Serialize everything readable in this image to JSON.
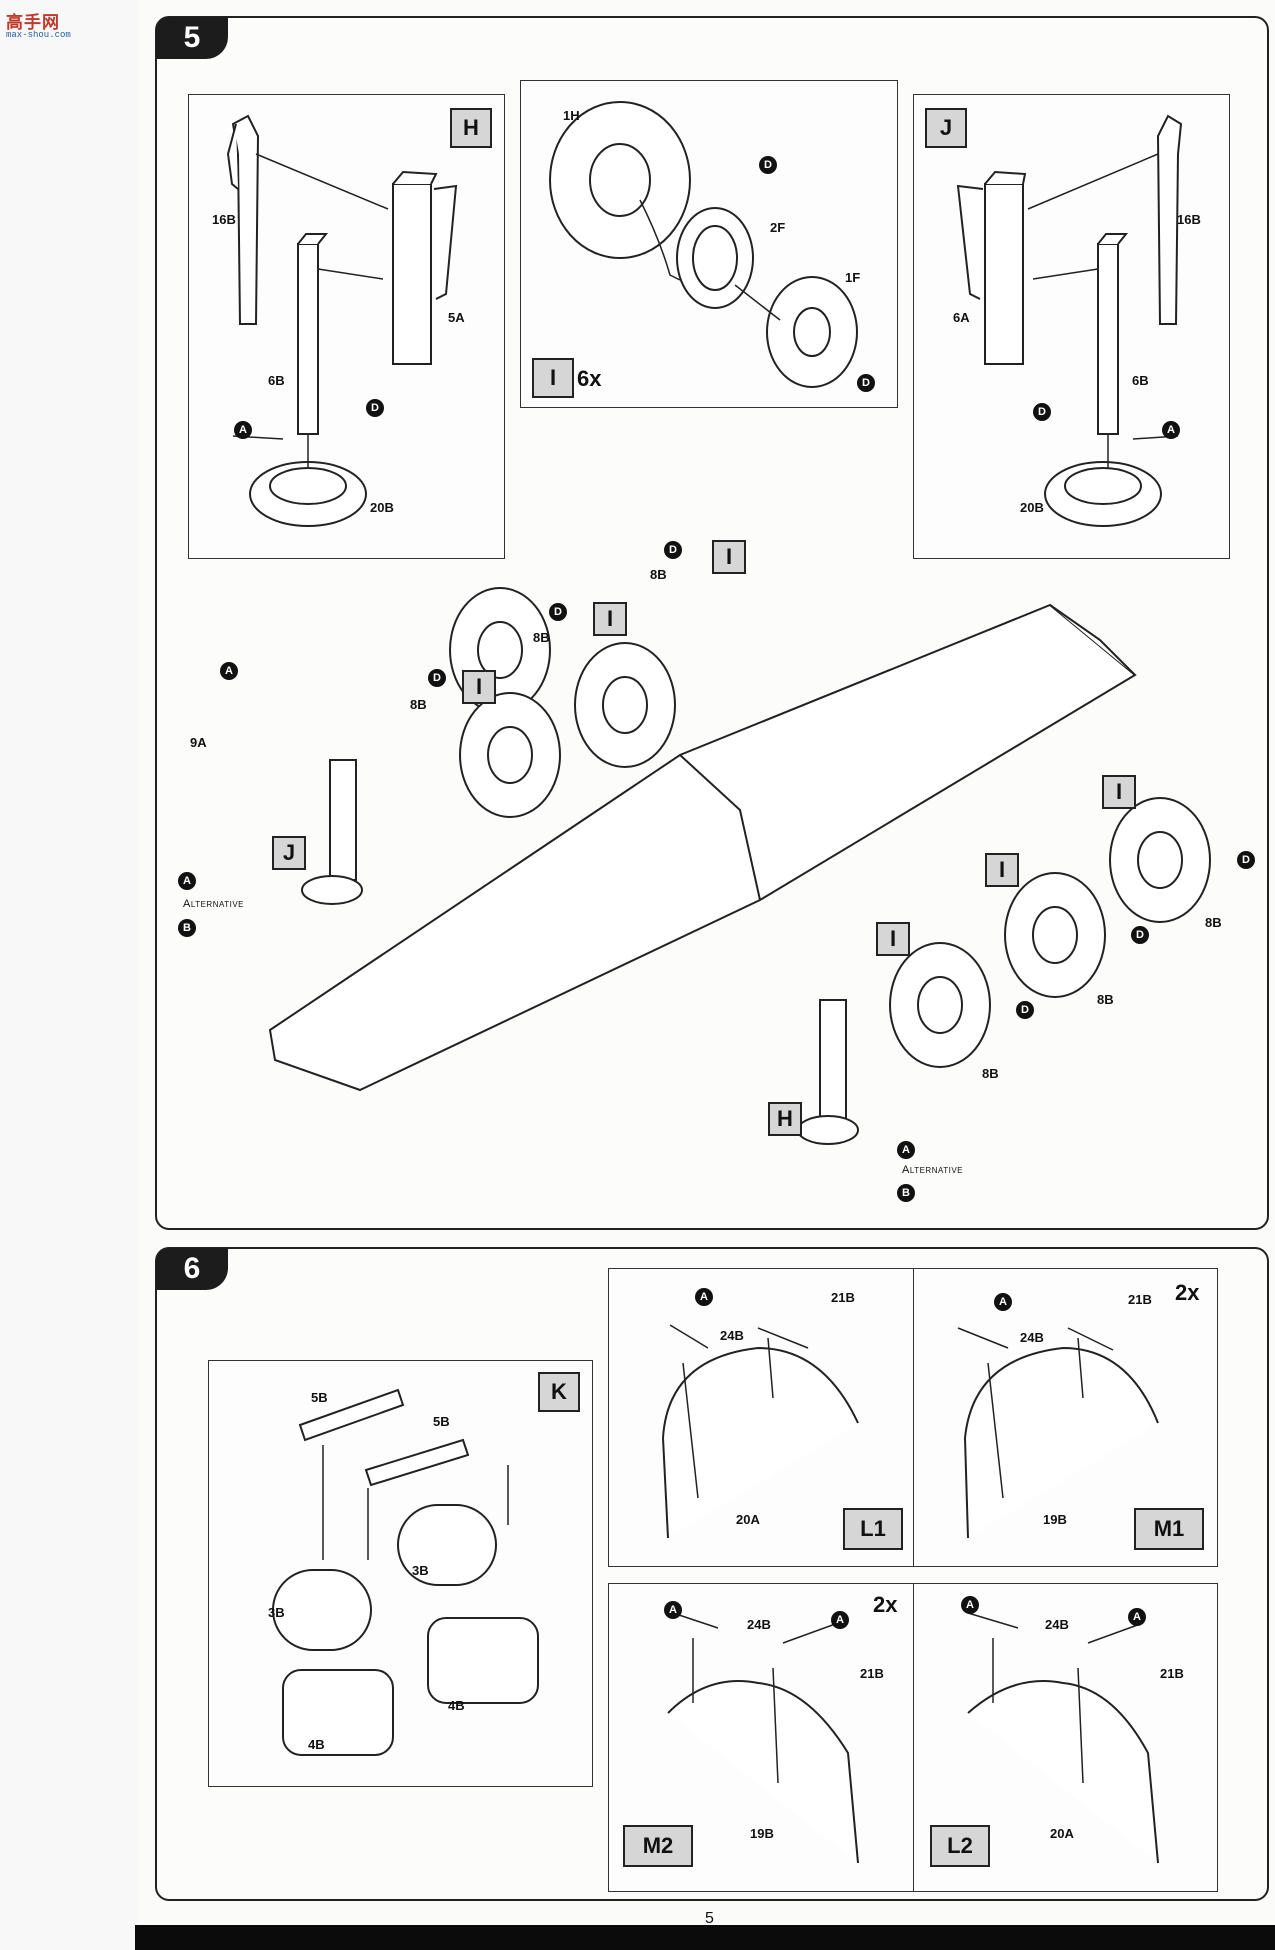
{
  "watermark": {
    "logo": "高手网",
    "sub": "max-shou.com"
  },
  "page_number": "5",
  "step5": {
    "number": "5",
    "panel_H": {
      "tag": "H",
      "parts": {
        "p16b": "16B",
        "p5a": "5A",
        "p6b": "6B",
        "p20b": "20B"
      },
      "callouts": {
        "d": "D",
        "a": "A"
      }
    },
    "panel_I": {
      "tag": "I",
      "count": "6x",
      "parts": {
        "p1h": "1H",
        "p2f": "2F",
        "p1f": "1F"
      },
      "callouts": {
        "d1": "D",
        "d2": "D"
      }
    },
    "panel_J": {
      "tag": "J",
      "parts": {
        "p16b": "16B",
        "p6a": "6A",
        "p6b": "6B",
        "p20b": "20B"
      },
      "callouts": {
        "d": "D",
        "a": "A"
      }
    },
    "main": {
      "tags": {
        "i1": "I",
        "i2": "I",
        "i3": "I",
        "i4": "I",
        "i5": "I",
        "i6": "I",
        "j": "J",
        "h": "H"
      },
      "parts": {
        "p9a": "9A",
        "p8b_1": "8B",
        "p8b_2": "8B",
        "p8b_3": "8B",
        "p8b_4": "8B",
        "p8b_5": "8B",
        "p8b_6": "8B"
      },
      "callouts": {
        "a1": "A",
        "a2": "A",
        "a3": "A",
        "b1": "B",
        "b2": "B",
        "d": "D"
      },
      "alternative_label": "Alternative"
    }
  },
  "step6": {
    "number": "6",
    "panel_K": {
      "tag": "K",
      "parts": {
        "p5b_1": "5B",
        "p5b_2": "5B",
        "p3b_1": "3B",
        "p3b_2": "3B",
        "p4b_1": "4B",
        "p4b_2": "4B"
      }
    },
    "panel_L1": {
      "tag": "L1",
      "parts": {
        "p21b": "21B",
        "p24b": "24B",
        "p20a": "20A"
      },
      "callout": "A"
    },
    "panel_M1": {
      "tag": "M1",
      "count": "2x",
      "parts": {
        "p21b": "21B",
        "p24b": "24B",
        "p19b": "19B"
      },
      "callout": "A"
    },
    "panel_M2": {
      "tag": "M2",
      "count": "2x",
      "parts": {
        "p24b": "24B",
        "p21b": "21B",
        "p19b": "19B"
      },
      "callout": "A"
    },
    "panel_L2": {
      "tag": "L2",
      "parts": {
        "p24b": "24B",
        "p21b": "21B",
        "p20a": "20A"
      },
      "callout": "A"
    }
  }
}
